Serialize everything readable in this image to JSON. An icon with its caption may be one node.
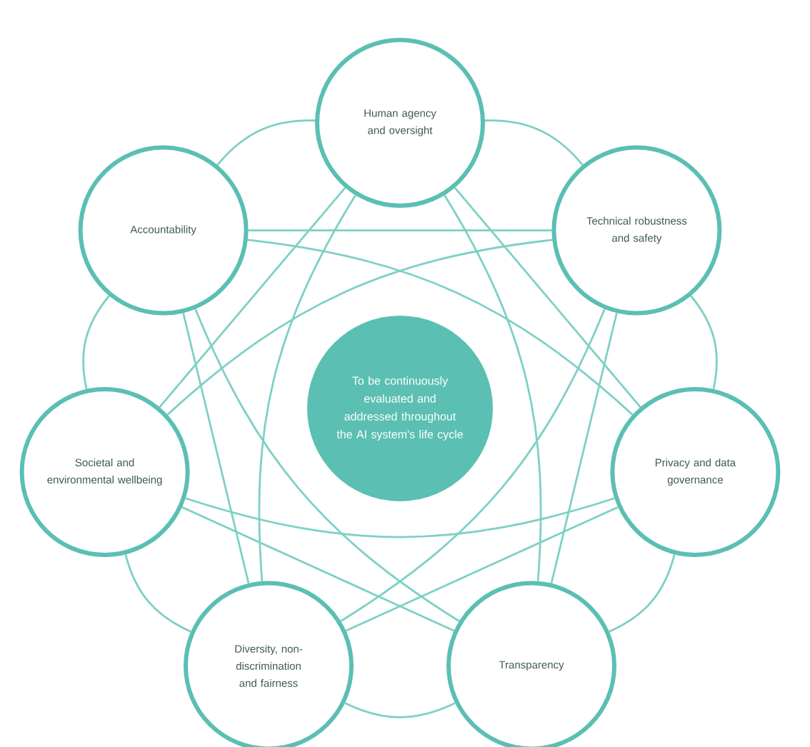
{
  "diagram": {
    "nodes": [
      {
        "text": [
          "Human agency and oversight"
        ]
      },
      {
        "text": [
          "Technical robustness and safety"
        ]
      },
      {
        "text": [
          "Privacy and data governance"
        ]
      },
      {
        "text": [
          "Transparency"
        ]
      },
      {
        "text": [
          "Diversity, non-discrimination and fairness"
        ]
      },
      {
        "text": [
          "Societal and environmental wellbeing"
        ]
      },
      {
        "text": [
          "Accountability"
        ]
      },
      {
        "text": [
          "To be continuously evaluated and addressed throughout the AI system's life cycle"
        ]
      }
    ],
    "edges": [
      {
        "from": 0,
        "to": 1,
        "arrow": "none"
      },
      {
        "from": 1,
        "to": 2,
        "arrow": "none"
      },
      {
        "from": 2,
        "to": 3,
        "arrow": "none"
      },
      {
        "from": 3,
        "to": 4,
        "arrow": "none"
      },
      {
        "from": 4,
        "to": 5,
        "arrow": "none"
      },
      {
        "from": 5,
        "to": 6,
        "arrow": "none"
      },
      {
        "from": 6,
        "to": 0,
        "arrow": "none"
      },
      {
        "from": 0,
        "to": 2,
        "arrow": "none"
      },
      {
        "from": 1,
        "to": 3,
        "arrow": "none"
      },
      {
        "from": 2,
        "to": 4,
        "arrow": "none"
      },
      {
        "from": 3,
        "to": 5,
        "arrow": "none"
      },
      {
        "from": 4,
        "to": 6,
        "arrow": "none"
      },
      {
        "from": 5,
        "to": 0,
        "arrow": "none"
      },
      {
        "from": 6,
        "to": 1,
        "arrow": "none"
      },
      {
        "from": 0,
        "to": 3,
        "arrow": "none"
      },
      {
        "from": 1,
        "to": 4,
        "arrow": "none"
      },
      {
        "from": 2,
        "to": 5,
        "arrow": "none"
      },
      {
        "from": 3,
        "to": 6,
        "arrow": "none"
      },
      {
        "from": 4,
        "to": 0,
        "arrow": "none"
      },
      {
        "from": 5,
        "to": 1,
        "arrow": "none"
      },
      {
        "from": 6,
        "to": 2,
        "arrow": "none"
      }
    ]
  }
}
